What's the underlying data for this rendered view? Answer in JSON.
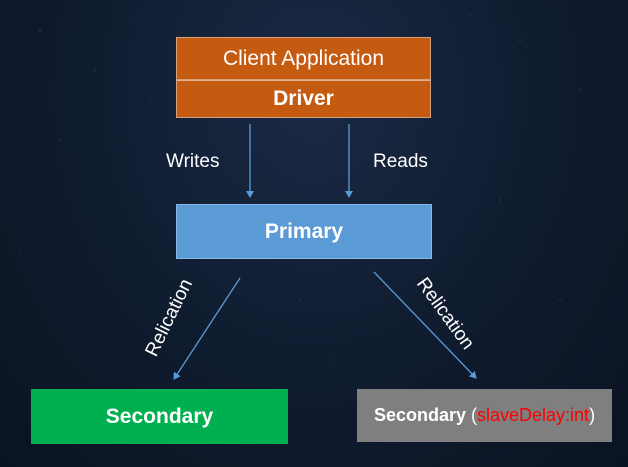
{
  "nodes": {
    "client_application": "Client Application",
    "driver": "Driver",
    "primary": "Primary",
    "secondary": "Secondary",
    "secondary_delayed": {
      "label": "Secondary",
      "open_paren": "(",
      "delay_option": "slaveDelay:int",
      "close_paren": ")"
    }
  },
  "edges": {
    "writes": "Writes",
    "reads": "Reads",
    "replication_left": "Relication",
    "replication_right": "Relication"
  },
  "colors": {
    "client_box": "#c55a11",
    "primary_box": "#5b9bd5",
    "secondary_box": "#00b050",
    "secondary_delayed_box": "#7f7f7f",
    "delay_text": "#ff0000",
    "arrow": "#5b9bd5"
  }
}
